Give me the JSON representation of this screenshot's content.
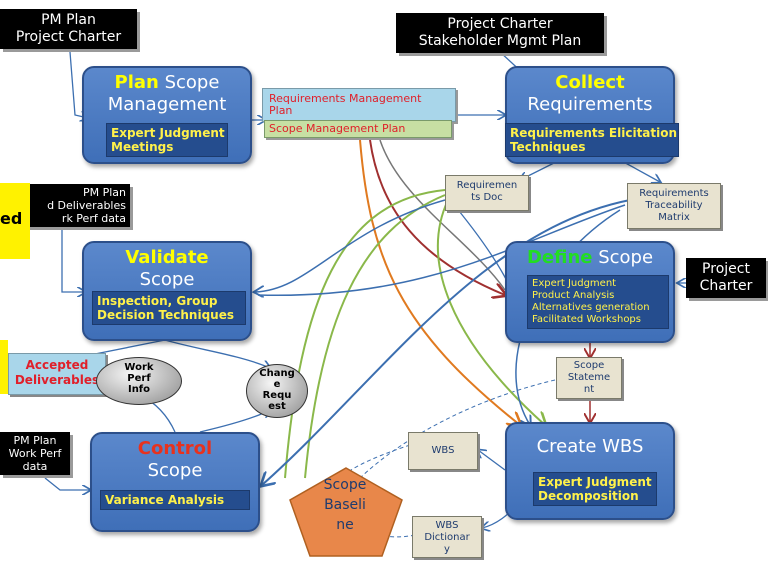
{
  "inputs": {
    "plan_scope": "PM Plan\nProject Charter",
    "collect": "Project Charter\nStakeholder Mgmt Plan",
    "validate": "PM Plan\nd Deliverables\nrk Perf data",
    "define": "Project\nCharter",
    "control": "PM Plan\nWork Perf\ndata"
  },
  "cut_off_label": "ed",
  "processes": {
    "plan": {
      "key": "Plan",
      "rest": " Scope",
      "line2": "Management",
      "tools": "Expert Judgment\nMeetings",
      "key_color": "#ffff00"
    },
    "collect": {
      "key": "Collect",
      "line2": "Requirements",
      "tools": "Requirements Elicitation\nTechniques",
      "key_color": "#ffff00"
    },
    "validate": {
      "key": "Validate",
      "line2": "Scope",
      "tools": "Inspection, Group\nDecision Techniques",
      "key_color": "#ffff00"
    },
    "define": {
      "key": "Define",
      "rest": " Scope",
      "tools": "Expert Judgment\nProduct Analysis\nAlternatives generation\nFacilitated Workshops",
      "key_color": "#22dd22"
    },
    "control": {
      "key": "Control",
      "line2": "Scope",
      "tools": "Variance Analysis",
      "key_color": "#e8321e"
    },
    "create_wbs": {
      "title": "Create WBS",
      "tools": "Expert Judgment\nDecomposition"
    }
  },
  "plans": {
    "req_mgmt": "Requirements Management\nPlan",
    "scope_mgmt": "Scope Management Plan"
  },
  "docs": {
    "req_doc": "Requiremen\nts Doc",
    "rtm": "Requirements\nTraceability\nMatrix",
    "scope_statement": "Scope\nStateme\nnt",
    "wbs": "WBS",
    "wbs_dict": "WBS\nDictionar\ny"
  },
  "accepted": "Accepted\nDeliverables",
  "work_perf_info": "Work\nPerf\nInfo",
  "change_request": "Chang\ne\nRequ\nest",
  "scope_baseline": "Scope\nBaseli\nne",
  "colors": {
    "process": "#4a7bc4",
    "tools_bg": "#254d8e",
    "highlight": "#fff200"
  }
}
